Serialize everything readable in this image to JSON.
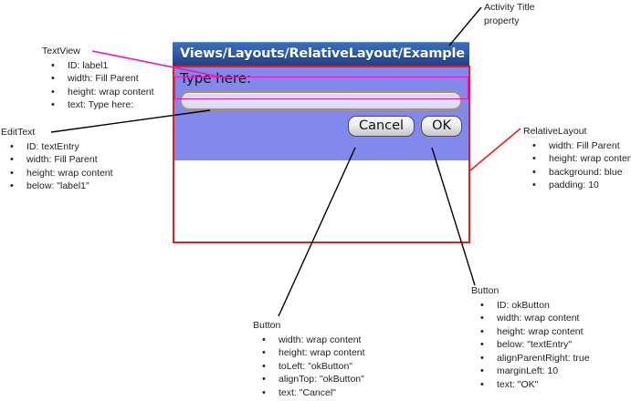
{
  "mock": {
    "title_bar": "Views/Layouts/RelativeLayout/Example",
    "label1_text": "Type here:",
    "text_entry_value": "",
    "cancel_button": "Cancel",
    "ok_button": "OK"
  },
  "annotations": {
    "activity_title": {
      "line1": "Activity Title",
      "line2": "property"
    },
    "textview": {
      "title": "TextView",
      "items": [
        "ID: label1",
        "width: Fill Parent",
        "height: wrap content",
        "text: Type here:"
      ]
    },
    "edittext": {
      "title": "EditText",
      "items": [
        "ID: textEntry",
        "width: Fill Parent",
        "height: wrap content",
        "below: \"label1\""
      ]
    },
    "relativelayout": {
      "title": "RelativeLayout",
      "items": [
        "width: Fill Parent",
        "height: wrap content",
        "background: blue",
        "padding: 10"
      ]
    },
    "ok_button": {
      "title": "Button",
      "items": [
        "ID: okButton",
        "width: wrap content",
        "height: wrap content",
        "below: \"textEntry\"",
        "alignParentRight: true",
        "marginLeft: 10",
        "text: \"OK\""
      ]
    },
    "cancel_button": {
      "title": "Button",
      "items": [
        "width: wrap content",
        "height: wrap content",
        "toLeft: \"okButton\"",
        "alignTop: \"okButton\"",
        "text: \"Cancel\""
      ]
    },
    "bullet_glyph": "•"
  },
  "colors": {
    "relative_layout_background": "#8289ec",
    "title_bar": "#2f5ead",
    "callout_red": "#ee1b1b",
    "callout_magenta": "#f012bc",
    "leader_black": "#000000"
  }
}
